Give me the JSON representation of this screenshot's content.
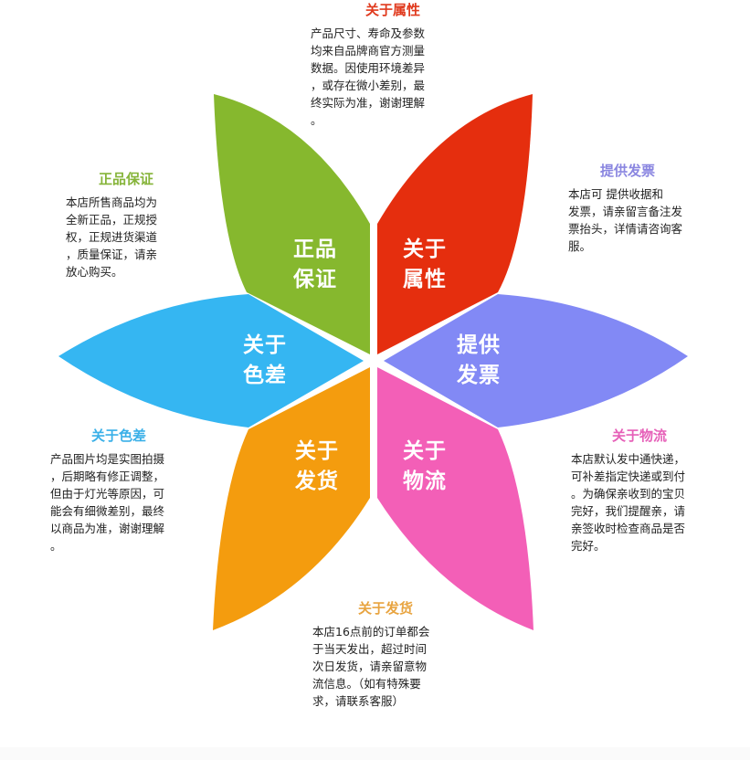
{
  "petals": [
    {
      "id": "authentic",
      "label": "正品\n保证",
      "color": "#86b82e"
    },
    {
      "id": "attributes",
      "label": "关于\n属性",
      "color": "#e52e0e"
    },
    {
      "id": "invoice",
      "label": "提供\n发票",
      "color": "#8289f5"
    },
    {
      "id": "logistics",
      "label": "关于\n物流",
      "color": "#f35fb7"
    },
    {
      "id": "shipping",
      "label": "关于\n发货",
      "color": "#f49c0e"
    },
    {
      "id": "color_diff",
      "label": "关于\n色差",
      "color": "#35b6f2"
    }
  ],
  "info": {
    "attributes": {
      "title": "关于属性",
      "title_color": "#e03a1e",
      "body": "产品尺寸、寿命及参数\n均来自品牌商官方测量\n数据。因使用环境差异\n，或存在微小差别，最\n终实际为准，谢谢理解\n。"
    },
    "invoice": {
      "title": "提供发票",
      "title_color": "#8a86e0",
      "body": "本店可 提供收据和\n发票，请亲留言备注发\n票抬头，详情请咨询客\n服。"
    },
    "authentic": {
      "title": "正品保证",
      "title_color": "#86b43a",
      "body": "本店所售商品均为\n全新正品，正规授\n权，正规进货渠道\n，质量保证，请亲\n放心购买。"
    },
    "color_diff": {
      "title": "关于色差",
      "title_color": "#3ab0e8",
      "body": "产品图片均是实图拍摄\n，后期略有修正调整，\n但由于灯光等原因，可\n能会有细微差别，最终\n以商品为准，谢谢理解\n。"
    },
    "logistics": {
      "title": "关于物流",
      "title_color": "#e660b8",
      "body": "本店默认发中通快递，\n可补差指定快递或到付\n。为确保亲收到的宝贝\n完好，我们提醒亲，请\n亲签收时检查商品是否\n完好。"
    },
    "shipping": {
      "title": "关于发货",
      "title_color": "#e8a440",
      "body": "本店16点前的订单都会\n于当天发出，超过时间\n次日发货，请亲留意物\n流信息。（如有特殊要\n求，请联系客服）"
    }
  }
}
